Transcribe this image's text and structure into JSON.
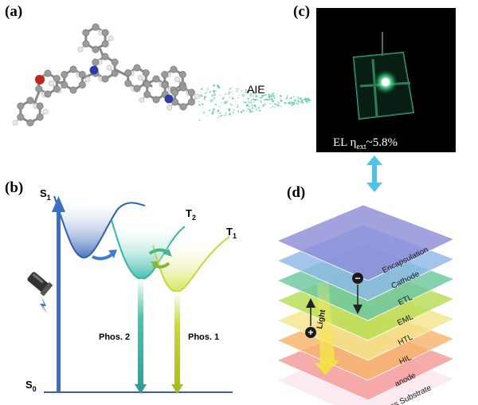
{
  "panel_labels": {
    "a": "(a)",
    "b": "(b)",
    "c": "(c)",
    "d": "(d)"
  },
  "panel_a": {
    "aie_label": "AIE"
  },
  "panel_b": {
    "s1": "S",
    "s1_sub": "1",
    "s0": "S",
    "s0_sub": "0",
    "t2": "T",
    "t2_sub": "2",
    "t1": "T",
    "t1_sub": "1",
    "phos2": "Phos. 2",
    "phos1": "Phos. 1"
  },
  "panel_c": {
    "el_prefix": "EL η",
    "el_sub": "ext",
    "el_suffix": "~5.8%"
  },
  "panel_d": {
    "layers": [
      "Encapsulation",
      "Cathode",
      "ETL",
      "EML",
      "HTL",
      "HIL",
      "anode",
      "Glass Substrate"
    ],
    "light_label": "Light",
    "minus": "−",
    "plus": "+",
    "colors": [
      "#8d8ed8",
      "#8fb8e6",
      "#6cc7a0",
      "#b8dd54",
      "#f4e58c",
      "#f7b56b",
      "#f59a9a",
      "#fbe9ee"
    ]
  }
}
